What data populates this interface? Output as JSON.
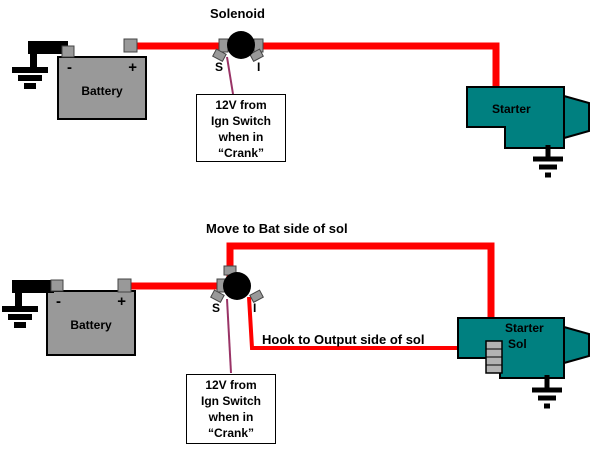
{
  "title": "Starter solenoid wiring diagram",
  "colors": {
    "power_wire": "#FF0000",
    "ignition_wire": "#993366",
    "battery_fill": "#999999",
    "starter_fill": "#008080",
    "ground_black": "#000000",
    "connector_gray": "#999999"
  },
  "top_diagram": {
    "solenoid_label": "Solenoid",
    "terminal_s": "S",
    "terminal_i": "I",
    "battery": {
      "label": "Battery",
      "negative": "-",
      "positive": "+"
    },
    "starter_label": "Starter",
    "ign_box_lines": [
      "12V from",
      "Ign Switch",
      "when in",
      "“Crank”"
    ]
  },
  "bottom_diagram": {
    "note_move": "Move to Bat side of sol",
    "note_hook": "Hook to Output side of sol",
    "terminal_s": "S",
    "terminal_i": "I",
    "battery": {
      "label": "Battery",
      "negative": "-",
      "positive": "+"
    },
    "starter_label": "Starter",
    "starter_sol_label": "Sol",
    "ign_box_lines": [
      "12V from",
      "Ign Switch",
      "when in",
      "“Crank”"
    ]
  }
}
